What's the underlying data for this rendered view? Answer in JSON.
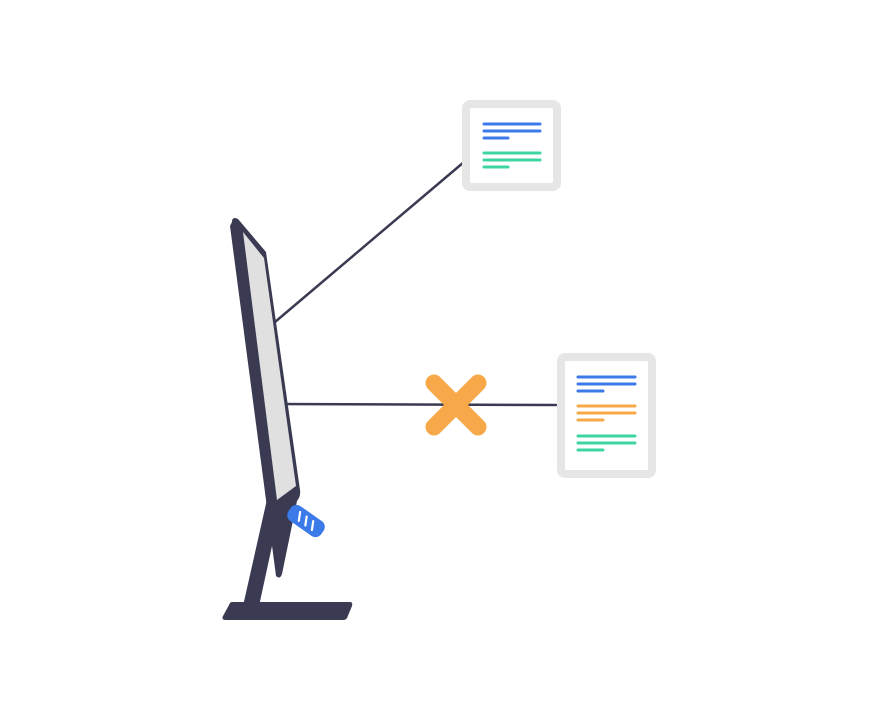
{
  "colors": {
    "monitor_frame": "#3a3a52",
    "monitor_screen": "#e0e0e0",
    "connector_line": "#3a3a52",
    "card_border": "#e6e6e6",
    "card_face": "#ffffff",
    "text_blue": "#3b7ae8",
    "text_green": "#3dd6a2",
    "text_orange": "#f7a94a",
    "cross_mark": "#f7a94a",
    "usb_device": "#3b7ae8",
    "usb_stripes": "#ffffff"
  },
  "icons": {
    "monitor": "monitor-side-view",
    "usb_device": "usb-stick",
    "cross": "cross-mark",
    "document_top": "document-two-sections",
    "document_bottom": "document-three-sections"
  }
}
